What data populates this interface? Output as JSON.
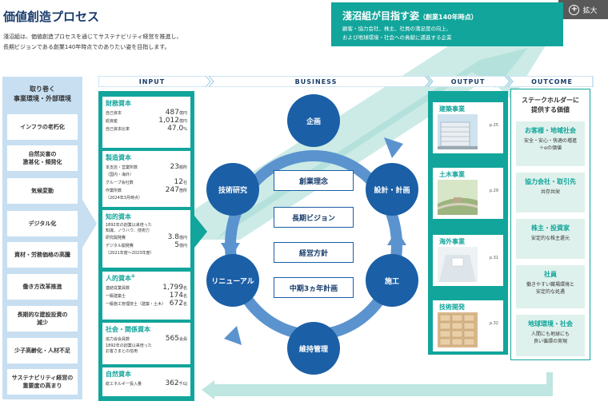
{
  "header": {
    "title": "価値創造プロセス",
    "desc_line1": "淺沼組は、価値創造プロセスを通じてサステナビリティ経営を推進し、",
    "desc_line2": "長期ビジョンである創業140年時点でのありたい姿を目指します。"
  },
  "expand_label": "拡大",
  "vision": {
    "title": "淺沼組が目指す姿",
    "title_sub": "（創業140年時点）",
    "line1": "顧客・協力会社、株主、社員の満足度の向上、",
    "line2": "および地球環境・社会への貢献に邁進する企業"
  },
  "environment": {
    "head_line1": "取り巻く",
    "head_line2": "事業環境・外部環境",
    "items": [
      {
        "l1": "インフラの老朽化",
        "l2": ""
      },
      {
        "l1": "自然災害の",
        "l2": "激甚化・頻発化"
      },
      {
        "l1": "気候変動",
        "l2": ""
      },
      {
        "l1": "デジタル化",
        "l2": ""
      },
      {
        "l1": "資材・労務価格の高騰",
        "l2": ""
      },
      {
        "l1": "働き方改革推進",
        "l2": ""
      },
      {
        "l1": "長期的な建設投資の",
        "l2": "減少"
      },
      {
        "l1": "少子高齢化・人材不足",
        "l2": ""
      },
      {
        "l1": "サステナビリティ経営の",
        "l2": "重要度の高まり"
      }
    ]
  },
  "banners": {
    "input": "INPUT",
    "business": "BUSINESS",
    "output": "OUTPUT",
    "outcome": "OUTCOME"
  },
  "input": {
    "financial": {
      "title": "財務資本",
      "rows": [
        {
          "label": "自己資本",
          "value": "487",
          "unit": "億円"
        },
        {
          "label": "総資産",
          "value": "1,012",
          "unit": "億円"
        },
        {
          "label": "自己資本比率",
          "value": "47.0",
          "unit": "%"
        }
      ]
    },
    "manufacturing": {
      "title": "製造資本",
      "rows": [
        {
          "label": "本支店・営業所数",
          "sub": "（国内・海外）",
          "value": "23",
          "unit": "拠所"
        },
        {
          "label": "グループ会社数",
          "sub": "",
          "value": "12",
          "unit": "社"
        },
        {
          "label": "作業所数",
          "sub": "（2024年3月時点）",
          "value": "247",
          "unit": "箇所"
        }
      ]
    },
    "intellectual": {
      "title": "知的資本",
      "note1": "1892年の創業以来培った",
      "note2": "知識、ノウハウ、技術力",
      "rows": [
        {
          "label": "研究開発費",
          "sub": "",
          "value": "3.8",
          "unit": "億円"
        },
        {
          "label": "デジタル開発費",
          "sub": "（2021年度〜2023年度）",
          "value": "5",
          "unit": "億円"
        }
      ]
    },
    "human": {
      "title": "人的資本",
      "title_mark": "※",
      "rows": [
        {
          "label": "連結従業員数",
          "value": "1,799",
          "unit": "名"
        },
        {
          "label": "一級建築士",
          "value": "174",
          "unit": "名"
        },
        {
          "label": "一級施工管理技士（建築・土木）",
          "value": "672",
          "unit": "名"
        }
      ]
    },
    "social": {
      "title": "社会・関係資本",
      "rows": [
        {
          "label": "協力会会員数",
          "value": "565",
          "unit": "会員"
        }
      ],
      "note1": "1892年の創業以来培った",
      "note2": "お客さまとの信用"
    },
    "natural": {
      "title": "自然資本",
      "rows": [
        {
          "label": "総エネルギー投入量",
          "value": "362",
          "unit": "千GJ"
        }
      ]
    }
  },
  "business": {
    "nodes": [
      "企画",
      "設計・計画",
      "施工",
      "維持管理",
      "リニューアル",
      "技術研究"
    ],
    "center": [
      "創業理念",
      "長期ビジョン",
      "経営方針",
      "中期3ヵ年計画"
    ]
  },
  "output": [
    {
      "title": "建築事業",
      "page": "p.25"
    },
    {
      "title": "土木事業",
      "page": "p.29"
    },
    {
      "title": "海外事業",
      "page": "p.31"
    },
    {
      "title": "技術開発",
      "page": "p.32"
    }
  ],
  "outcome": {
    "head_line1": "ステークホルダーに",
    "head_line2": "提供する価値",
    "items": [
      {
        "title": "お客様・地域社会",
        "l1": "安全・安心・快適の増進",
        "l2": "＋αの価値"
      },
      {
        "title": "協力会社・取引先",
        "l1": "共存共栄",
        "l2": ""
      },
      {
        "title": "株主・投資家",
        "l1": "安定的な株主還元",
        "l2": ""
      },
      {
        "title": "社員",
        "l1": "働きやすい職場環境と",
        "l2": "安定的な処遇"
      },
      {
        "title": "地球環境・社会",
        "l1": "人間にも地球にも",
        "l2": "良い循環の実現"
      }
    ]
  },
  "colors": {
    "teal": "#12a59b",
    "navy": "#1b5fa6",
    "light_blue": "#c7dff1"
  }
}
